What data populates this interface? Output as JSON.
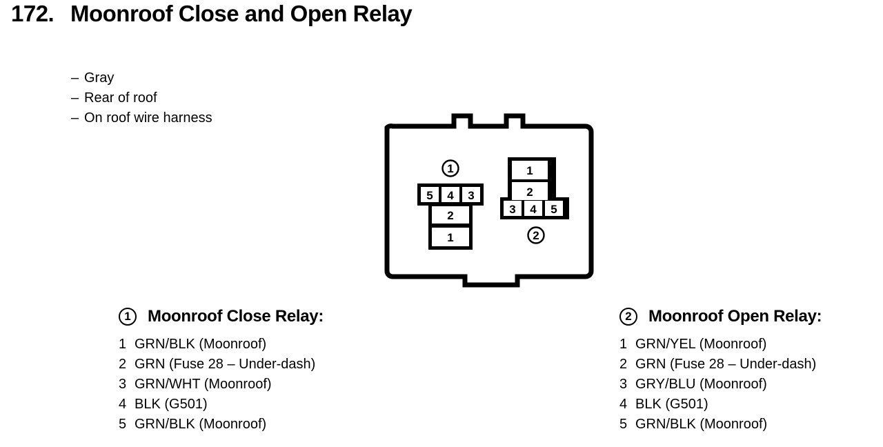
{
  "header": {
    "number": "172.",
    "title": "Moonroof Close and Open Relay",
    "bullet_marker": "–",
    "bullets": [
      "Gray",
      "Rear of roof",
      "On roof wire harness"
    ]
  },
  "connector": {
    "marker_left": "1",
    "marker_right": "2",
    "left_block": {
      "top_row": [
        "5",
        "4",
        "3"
      ],
      "column": [
        "2",
        "1"
      ]
    },
    "right_block": {
      "column": [
        "1",
        "2"
      ],
      "bottom_row": [
        "3",
        "4",
        "5"
      ]
    }
  },
  "legends": [
    {
      "badge": "1",
      "title": "Moonroof Close Relay:",
      "pins": [
        {
          "num": "1",
          "desc": "GRN/BLK (Moonroof)"
        },
        {
          "num": "2",
          "desc": "GRN (Fuse 28 – Under-dash)"
        },
        {
          "num": "3",
          "desc": "GRN/WHT (Moonroof)"
        },
        {
          "num": "4",
          "desc": "BLK (G501)"
        },
        {
          "num": "5",
          "desc": "GRN/BLK (Moonroof)"
        }
      ]
    },
    {
      "badge": "2",
      "title": "Moonroof Open Relay:",
      "pins": [
        {
          "num": "1",
          "desc": "GRN/YEL (Moonroof)"
        },
        {
          "num": "2",
          "desc": "GRN (Fuse 28 – Under-dash)"
        },
        {
          "num": "3",
          "desc": "GRY/BLU (Moonroof)"
        },
        {
          "num": "4",
          "desc": "BLK (G501)"
        },
        {
          "num": "5",
          "desc": "GRN/BLK (Moonroof)"
        }
      ]
    }
  ],
  "colors": {
    "ink": "#000000",
    "paper": "#ffffff"
  }
}
